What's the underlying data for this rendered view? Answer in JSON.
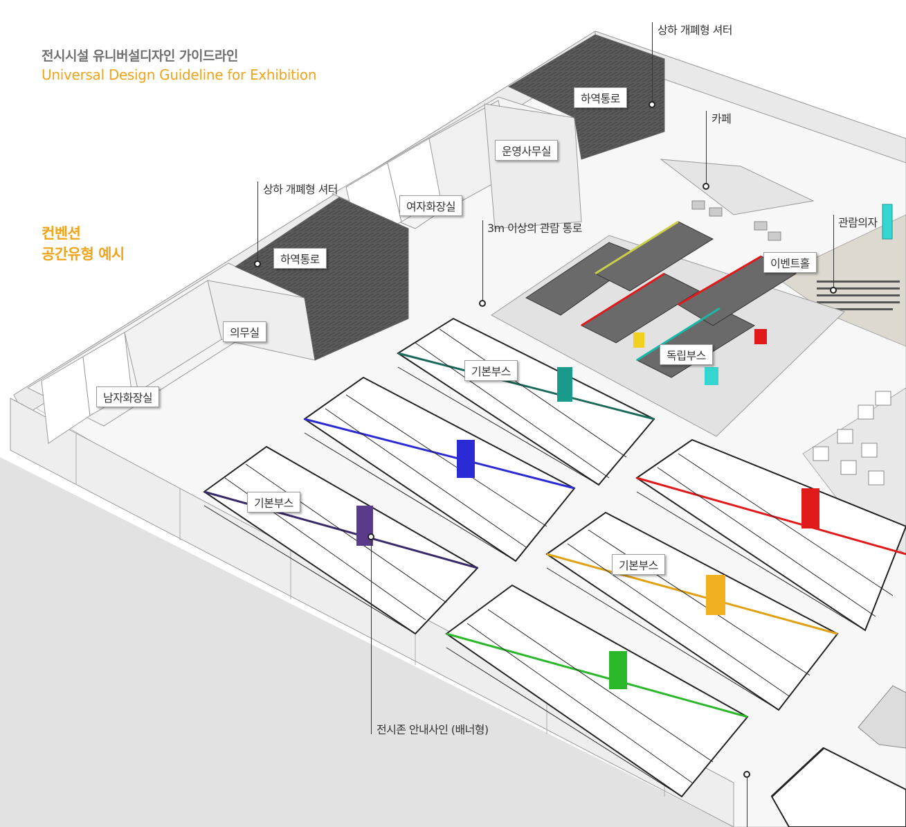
{
  "header": {
    "title_ko": "전시시설 유니버설디자인 가이드라인",
    "title_en": "Universal Design Guideline for Exhibition"
  },
  "side_title": {
    "line1": "컨벤션",
    "line2": "공간유형 예시"
  },
  "room_labels": {
    "loading_passage_1": "하역통로",
    "loading_passage_2": "하역통로",
    "operations_office": "운영사무실",
    "womens_restroom": "여자화장실",
    "infirmary": "의무실",
    "mens_restroom": "남자화장실",
    "basic_booth_1": "기본부스",
    "basic_booth_2": "기본부스",
    "basic_booth_3": "기본부스",
    "independent_booth": "독립부스",
    "event_hall": "이벤트홀"
  },
  "annotations": {
    "shutter_1": "상하 개폐형 셔터",
    "shutter_2": "상하 개폐형 셔터",
    "cafe": "카페",
    "aisle": "3m 이상의 관람 통로",
    "seating": "관람의자",
    "banner_sign": "전시존 안내사인 (배너형)"
  },
  "colors": {
    "accent": "#f0a41c",
    "header_gray": "#6f6f6f",
    "booth_teal": "#1a9a8a",
    "booth_blue": "#2b2bd6",
    "booth_purple": "#5a3a8a",
    "booth_red": "#e01a1a",
    "booth_yellow": "#f0b020",
    "booth_green": "#2ab82a"
  }
}
